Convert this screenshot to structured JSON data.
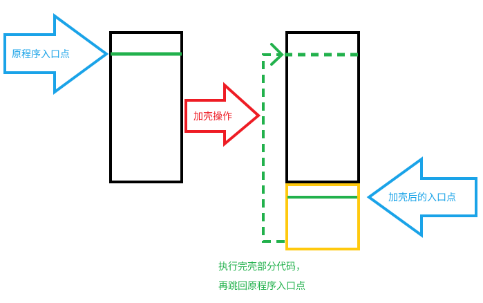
{
  "labels": {
    "original_entry": "原程序入口点",
    "packing_operation": "加壳操作",
    "packed_entry": "加壳后的入口点",
    "note_line1": "执行完壳部分代码，",
    "note_line2": "再跳回原程序入口点"
  },
  "colors": {
    "blue": "#1aa3e8",
    "red": "#ee1c24",
    "green": "#22b14c",
    "yellow": "#ffc90e",
    "black": "#000000"
  }
}
